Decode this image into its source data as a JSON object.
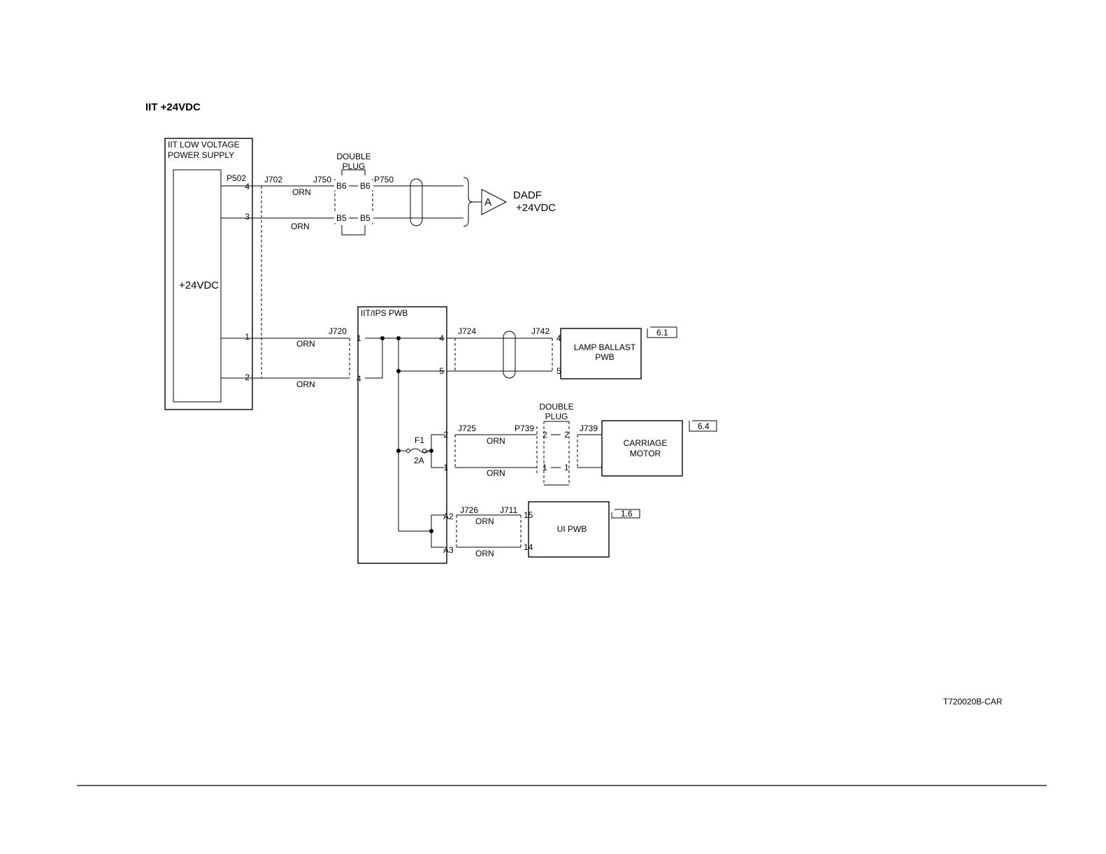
{
  "title": "IIT +24VDC",
  "drawing_number": "T720020B-CAR",
  "psu": {
    "name_line1": "IIT LOW VOLTAGE",
    "name_line2": "POWER SUPPLY",
    "voltage": "+24VDC",
    "connector": "P502",
    "pins": [
      "4",
      "3",
      "1",
      "2"
    ]
  },
  "dadf_path": {
    "j702": "J702",
    "j750": "J750",
    "p750": "P750",
    "plug_line1": "DOUBLE",
    "plug_line2": "PLUG",
    "pin_b6": "B6",
    "pin_b5": "B5",
    "wire": "ORN",
    "ref": "A",
    "dest_line1": "DADF",
    "dest_line2": "+24VDC"
  },
  "ips": {
    "name": "IIT/IPS PWB",
    "j720": "J720",
    "in_pin1": "1",
    "in_pin4": "4",
    "wire": "ORN",
    "fuse": "F1",
    "fuse_rating": "2A"
  },
  "lamp": {
    "j724": "J724",
    "j742": "J742",
    "pin4": "4",
    "pin5": "5",
    "name_line1": "LAMP BALLAST",
    "name_line2": "PWB",
    "ref": "6.1"
  },
  "carriage": {
    "j725": "J725",
    "p739": "P739",
    "j739": "J739",
    "plug_line1": "DOUBLE",
    "plug_line2": "PLUG",
    "pin2": "2",
    "pin1": "1",
    "wire": "ORN",
    "name_line1": "CARRIAGE",
    "name_line2": "MOTOR",
    "ref": "6.4"
  },
  "ui": {
    "j726": "J726",
    "j711": "J711",
    "pin_a2": "A2",
    "pin_a3": "A3",
    "pin15": "15",
    "pin14": "14",
    "wire": "ORN",
    "name": "UI PWB",
    "ref": "1.6"
  }
}
